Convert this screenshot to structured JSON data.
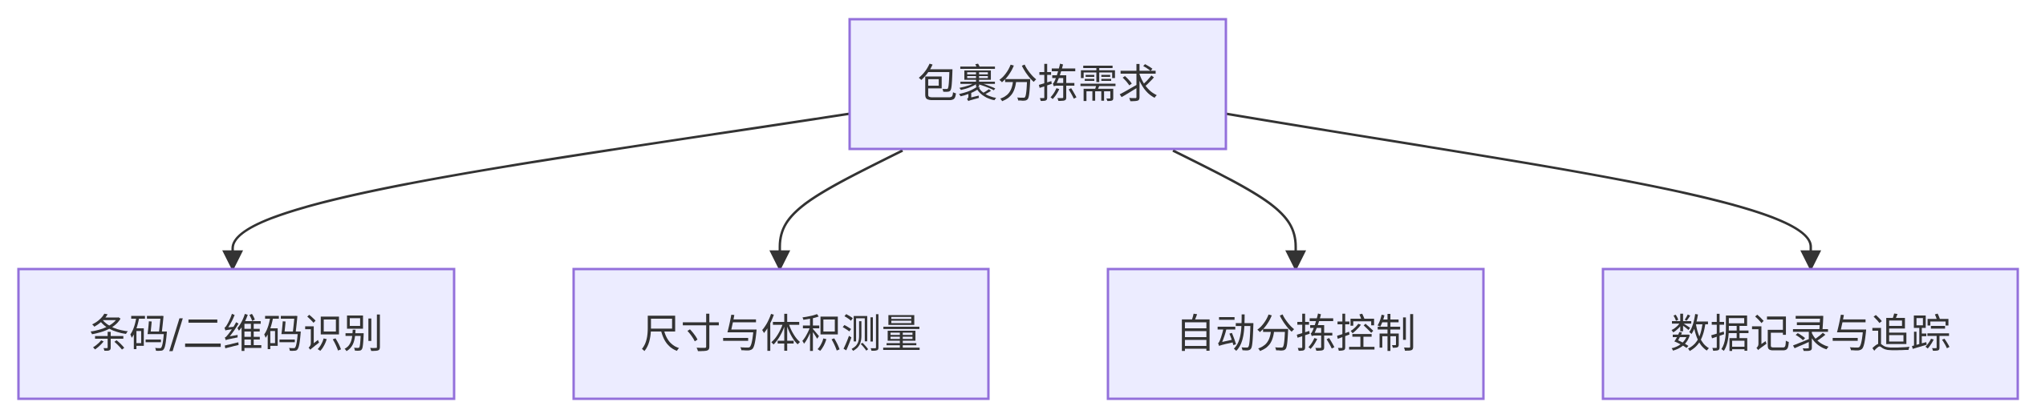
{
  "root": {
    "label": "包裹分拣需求"
  },
  "children": [
    {
      "label": "条码/二维码识别"
    },
    {
      "label": "尺寸与体积测量"
    },
    {
      "label": "自动分拣控制"
    },
    {
      "label": "数据记录与追踪"
    }
  ],
  "colors": {
    "node_fill": "#ECECFF",
    "node_stroke": "#9370DB",
    "edge": "#333333",
    "text": "#333333"
  }
}
